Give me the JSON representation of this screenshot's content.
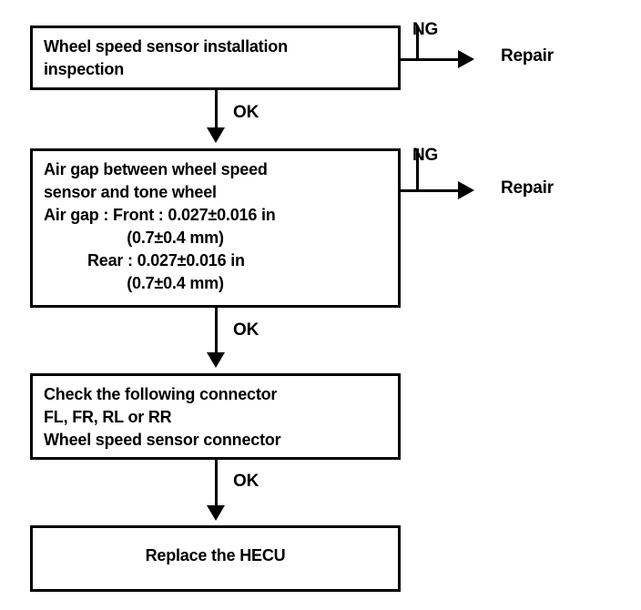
{
  "diagram": {
    "title": "Wheel speed sensor diagnostic flowchart",
    "boxes": [
      {
        "id": "box-inspection",
        "lines": "Wheel speed sensor installation\ninspection"
      },
      {
        "id": "box-air-gap",
        "lines": "Air gap between wheel speed\nsensor and tone wheel\nAir gap : Front : 0.027±0.016 in\n                   (0.7±0.4 mm)\n          Rear : 0.027±0.016 in\n                   (0.7±0.4 mm)"
      },
      {
        "id": "box-connector",
        "lines": "Check the following connector\nFL, FR, RL or RR\nWheel speed sensor connector"
      },
      {
        "id": "box-replace",
        "lines": "Replace the HECU"
      }
    ],
    "branch_labels": {
      "ng_1": "NG",
      "ng_2": "NG",
      "ok_1": "OK",
      "ok_2": "OK",
      "ok_3": "OK"
    },
    "outcomes": {
      "repair_1": "Repair",
      "repair_2": "Repair"
    },
    "colors": {
      "ink": "#000000",
      "paper": "#ffffff"
    }
  }
}
